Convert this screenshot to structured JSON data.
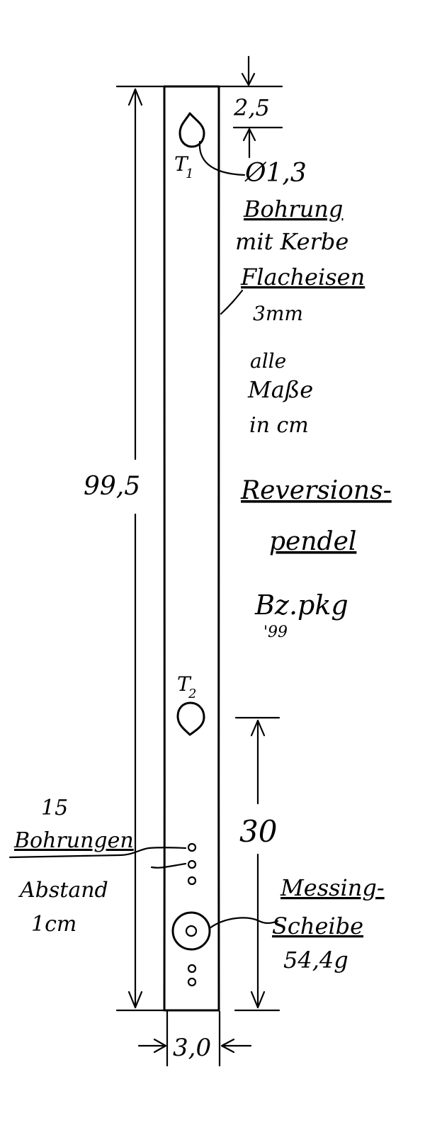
{
  "drawing": {
    "top_offset": "2,5",
    "hole_diameter": "Ø1,3",
    "hole_label_1": "Bohrung",
    "hole_label_2": "mit Kerbe",
    "material_label": "Flacheisen",
    "thickness": "3mm",
    "units_note_1": "alle",
    "units_note_2": "Maße",
    "units_note_3": "in cm",
    "title_1": "Reversions-",
    "title_2": "pendel",
    "author": "Bz.pkg",
    "year": "'99",
    "pivot_1": "T",
    "pivot_1_sub": "1",
    "pivot_2": "T",
    "pivot_2_sub": "2",
    "total_length": "99,5",
    "lower_length": "30",
    "holes_count": "15",
    "holes_label": "Bohrungen",
    "spacing_label": "Abstand",
    "spacing_value": "1cm",
    "disk_label_1": "Messing-",
    "disk_label_2": "Scheibe",
    "disk_mass": "54,4g",
    "width": "3,0"
  }
}
